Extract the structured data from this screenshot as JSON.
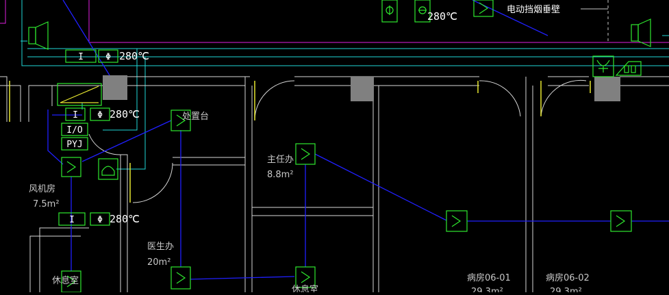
{
  "drawing": {
    "temp_labels": [
      "280℃",
      "280℃",
      "280℃",
      "280℃"
    ],
    "damper_labels": {
      "i": "I",
      "phi": "Φ"
    },
    "control_box": {
      "io": "I/O",
      "pyj": "PYJ"
    },
    "device_note": "电动挡烟垂壁",
    "rooms": [
      {
        "name": "主任办",
        "area": "8.8m²"
      },
      {
        "name": "医生办",
        "area": "20m²"
      },
      {
        "name": "风机房",
        "area": "7.5m²"
      },
      {
        "name": "处置台",
        "area": ""
      },
      {
        "name": "休息室",
        "area": ""
      },
      {
        "name": "休息室",
        "area": ""
      },
      {
        "name": "病房06-01",
        "area": "29.3m²"
      },
      {
        "name": "病房06-02",
        "area": "29.3m²"
      }
    ],
    "colors": {
      "background": "#000000",
      "symbol": "#2ee82e",
      "wire": "#2020ff",
      "duct": "#20d8d8",
      "wall": "#d8d8d8",
      "column": "#808080",
      "magenta": "#e020e0",
      "door_leaf": "#e8e830"
    },
    "icons": [
      "smoke-detector-icon",
      "damper-icon",
      "fan-icon",
      "speaker-icon",
      "horn-icon"
    ]
  }
}
